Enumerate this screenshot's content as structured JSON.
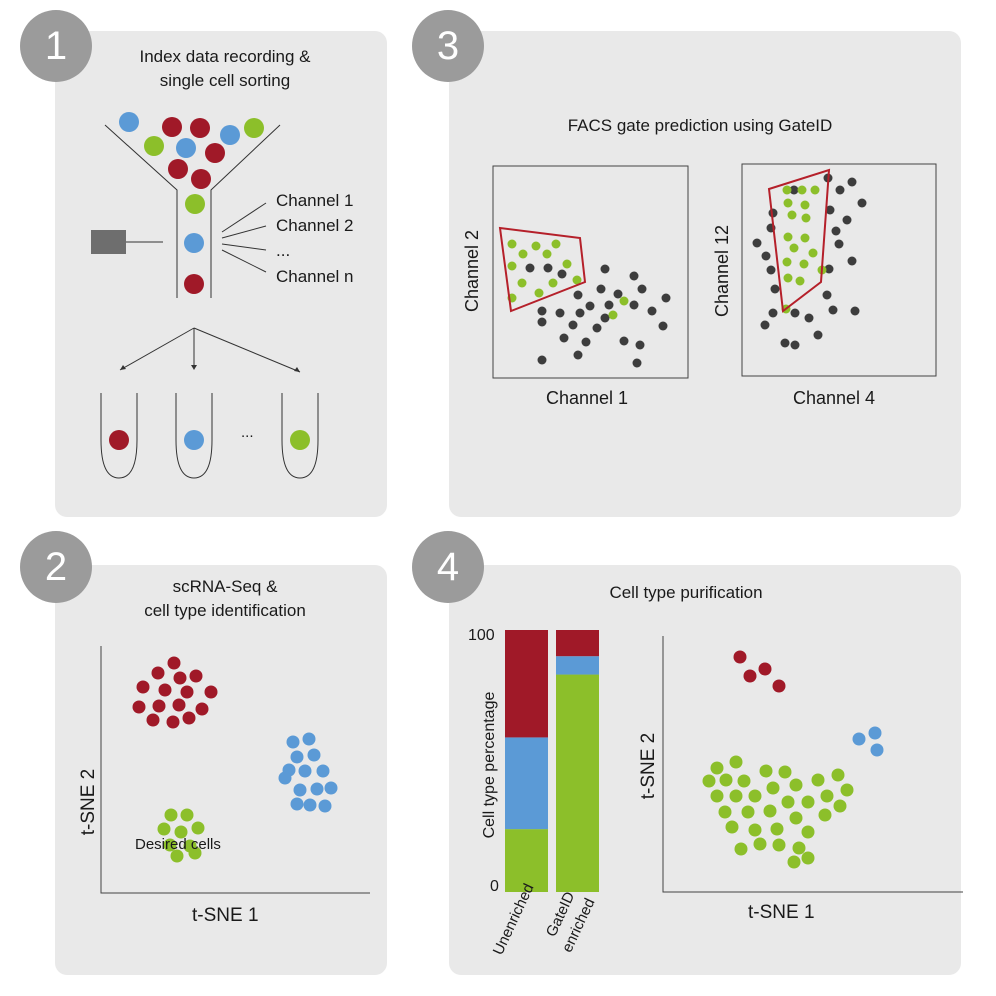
{
  "panel1": {
    "number": "1",
    "title_line1": "Index data recording &",
    "title_line2": "single cell sorting",
    "channels": [
      "Channel 1",
      "Channel 2",
      "...",
      "Channel n"
    ],
    "tube_ellipsis": "..."
  },
  "panel2": {
    "number": "2",
    "title_line1": "scRNA-Seq &",
    "title_line2": "cell type identification",
    "xlabel": "t-SNE 1",
    "ylabel": "t-SNE 2",
    "annotation": "Desired cells"
  },
  "panel3": {
    "number": "3",
    "title": "FACS gate prediction using GateID",
    "plot1": {
      "xlabel": "Channel 1",
      "ylabel": "Channel 2"
    },
    "plot2": {
      "xlabel": "Channel 4",
      "ylabel": "Channel 12"
    }
  },
  "panel4": {
    "number": "4",
    "title": "Cell type purification",
    "bar_ylabel": "Cell type percentage",
    "tick_100": "100",
    "tick_0": "0",
    "bar1_label": "Unenriched",
    "bar2_label_line1": "GateID",
    "bar2_label_line2": "enriched",
    "xlabel": "t-SNE 1",
    "ylabel": "t-SNE 2"
  },
  "colors": {
    "red": "#a01928",
    "blue": "#5b9ad6",
    "green": "#8cbf2a",
    "dark": "#3d3d3d",
    "gate": "#b5202a",
    "badge": "#9b9b9b",
    "panel": "#e9e9e9"
  },
  "chart_data": {
    "type": "bar",
    "categories": [
      "Unenriched",
      "GateID enriched"
    ],
    "series": [
      {
        "values": [
          24,
          83
        ]
      },
      {
        "values": [
          35,
          7
        ]
      },
      {
        "values": [
          41,
          10
        ]
      }
    ],
    "ylim": [
      0,
      100
    ]
  }
}
